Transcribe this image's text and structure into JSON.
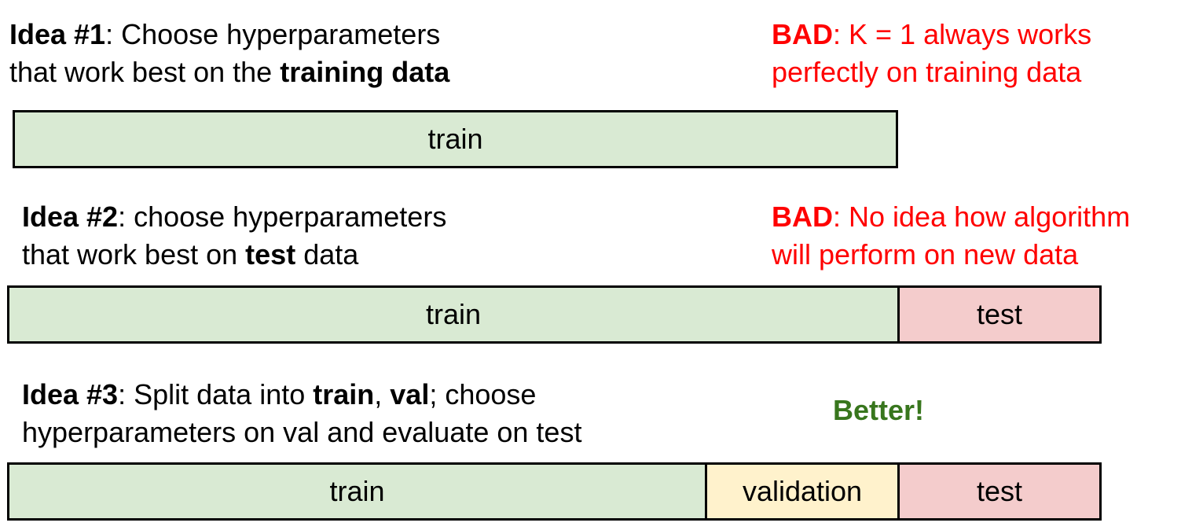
{
  "colors": {
    "train": "#d9ead3",
    "validation": "#fff2cc",
    "test": "#f4cccc",
    "bad_text": "#ff0000",
    "good_text": "#38761d"
  },
  "idea1": {
    "heading": "Idea #1",
    "line1_rest": ": Choose hyperparameters",
    "line2_plain": "that work best on the ",
    "line2_bold": "training data",
    "verdict_label": "BAD",
    "verdict_line1_rest": ": K = 1 always works",
    "verdict_line2": "perfectly on training data",
    "segments": [
      {
        "label": "train",
        "kind": "train"
      }
    ]
  },
  "idea2": {
    "heading": "Idea #2",
    "line1_rest": ": choose hyperparameters",
    "line2_plain_a": "that work best on ",
    "line2_bold": "test",
    "line2_plain_b": " data",
    "verdict_label": "BAD",
    "verdict_line1_rest": ": No idea how algorithm",
    "verdict_line2": "will perform on new data",
    "segments": [
      {
        "label": "train",
        "kind": "train"
      },
      {
        "label": "test",
        "kind": "test"
      }
    ]
  },
  "idea3": {
    "heading": "Idea #3",
    "line1_a": ": Split data into ",
    "line1_bold_a": "train",
    "line1_b": ", ",
    "line1_bold_b": "val",
    "line1_c": "; choose",
    "line2": "hyperparameters on val and evaluate on test",
    "verdict": "Better!",
    "segments": [
      {
        "label": "train",
        "kind": "train"
      },
      {
        "label": "validation",
        "kind": "validation"
      },
      {
        "label": "test",
        "kind": "test"
      }
    ]
  }
}
